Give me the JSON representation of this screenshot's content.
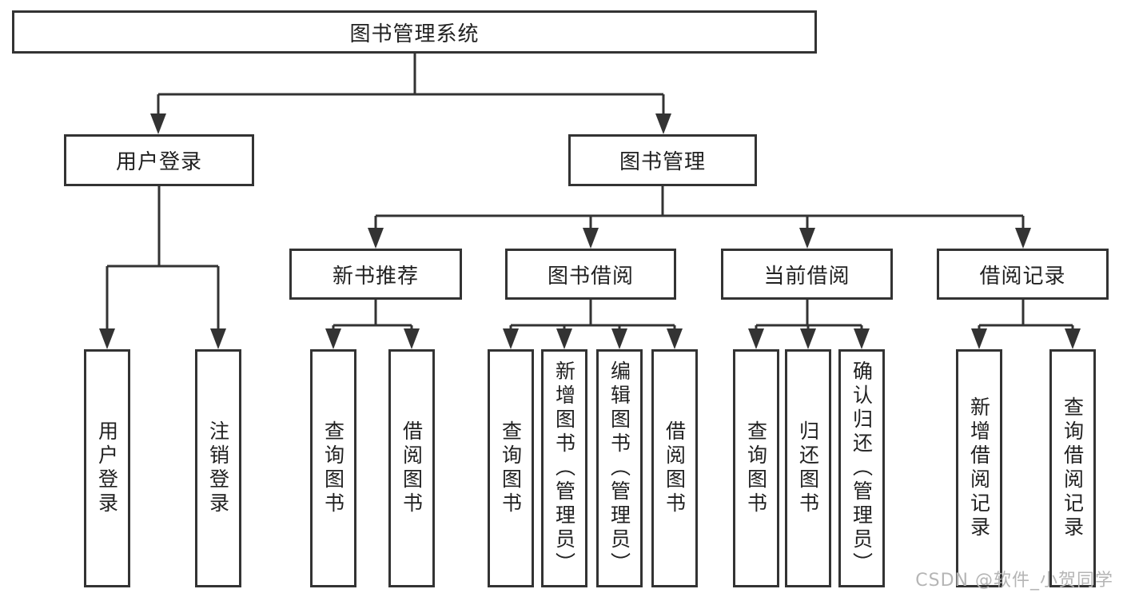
{
  "diagram": {
    "root_label": "图书管理系统",
    "branches": [
      {
        "label": "用户登录",
        "children": [
          {
            "label": "用户登录"
          },
          {
            "label": "注销登录"
          }
        ]
      },
      {
        "label": "图书管理",
        "sections": [
          {
            "label": "新书推荐",
            "children": [
              {
                "label": "查询图书"
              },
              {
                "label": "借阅图书"
              }
            ]
          },
          {
            "label": "图书借阅",
            "children": [
              {
                "label": "查询图书"
              },
              {
                "label": "新增图书（管理员）"
              },
              {
                "label": "编辑图书（管理员）"
              },
              {
                "label": "借阅图书"
              }
            ]
          },
          {
            "label": "当前借阅",
            "children": [
              {
                "label": "查询图书"
              },
              {
                "label": "归还图书"
              },
              {
                "label": "确认归还（管理员）"
              }
            ]
          },
          {
            "label": "借阅记录",
            "children": [
              {
                "label": "新增借阅记录"
              },
              {
                "label": "查询借阅记录"
              }
            ]
          }
        ]
      }
    ]
  },
  "watermark": {
    "text": "CSDN @软件_小贺同学"
  },
  "colors": {
    "line": "#333333",
    "box_border": "#333333",
    "box_fill": "#ffffff",
    "text": "#212121",
    "watermark": "#b5b5b5",
    "background": "#ffffff"
  }
}
